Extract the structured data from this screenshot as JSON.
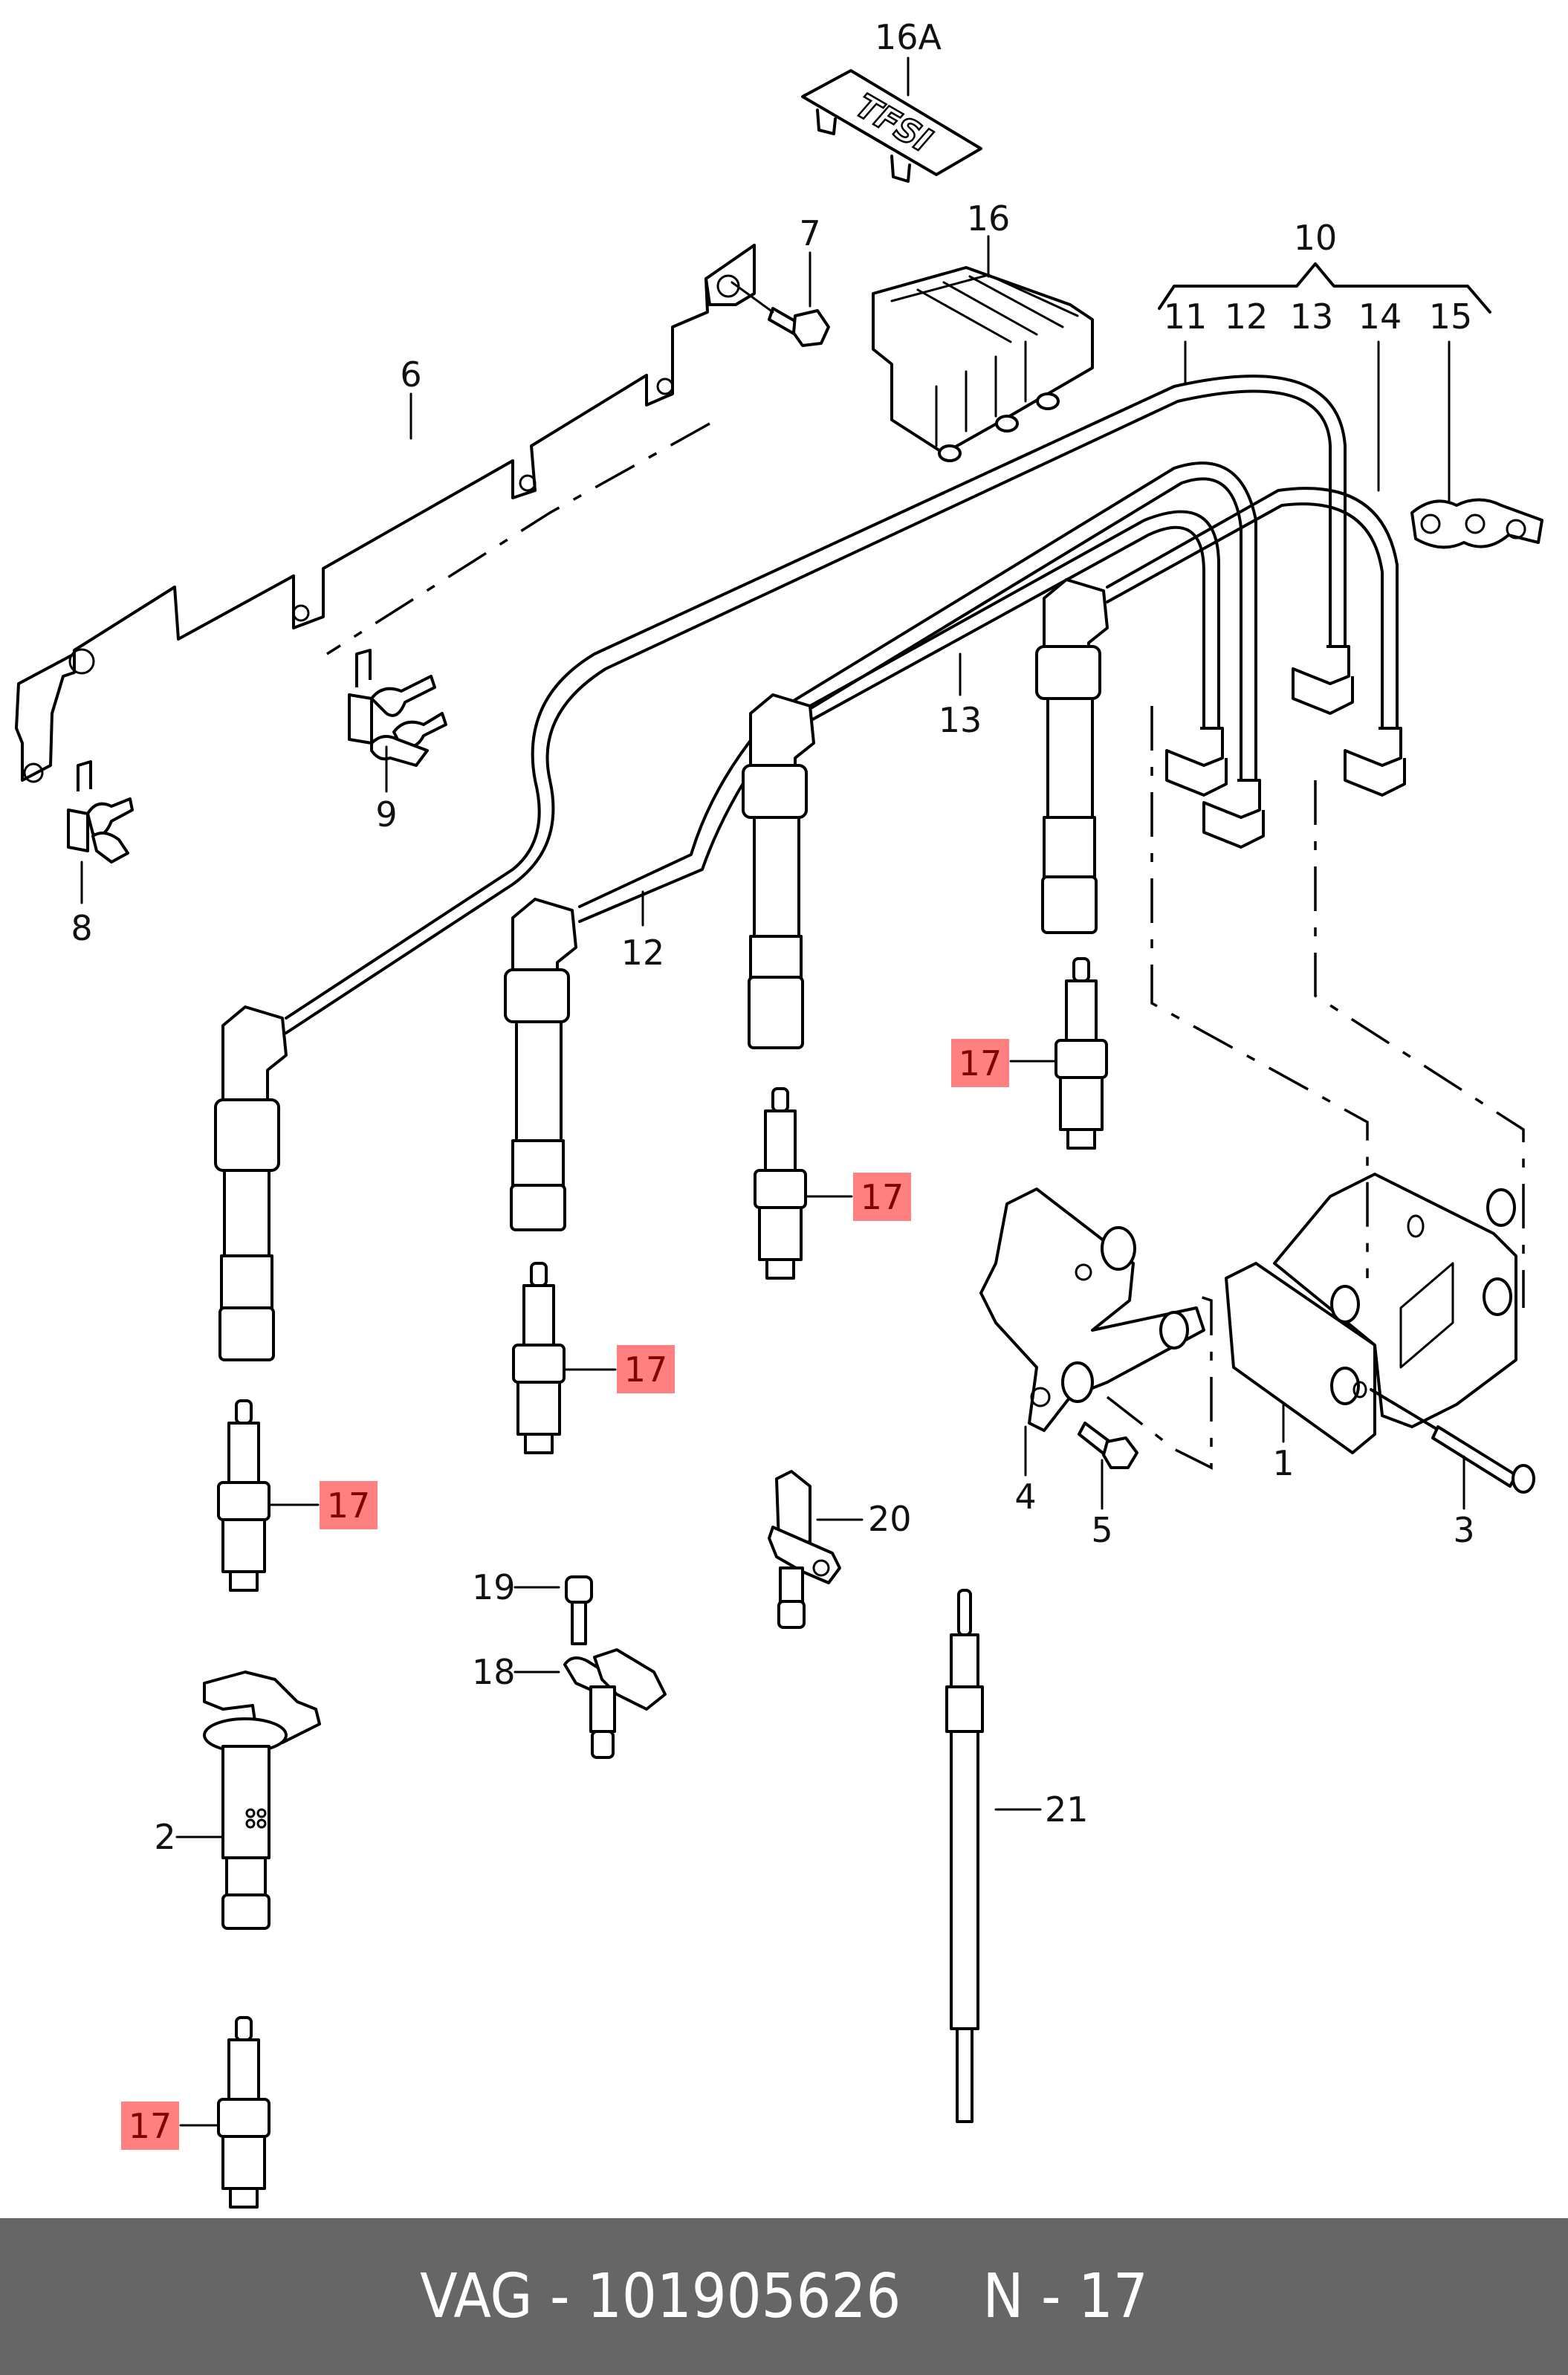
{
  "diagram": {
    "title": "Ignition system parts diagram",
    "labels": {
      "p1": "1",
      "p2": "2",
      "p3": "3",
      "p4": "4",
      "p5": "5",
      "p6": "6",
      "p7": "7",
      "p8": "8",
      "p9": "9",
      "p10": "10",
      "p11": "11",
      "p12": "12",
      "p13": "13",
      "p14": "14",
      "p15": "15",
      "p16": "16",
      "p16a": "16A",
      "p18": "18",
      "p19": "19",
      "p20": "20",
      "p21": "21",
      "p12b": "12",
      "p13b": "13"
    },
    "highlighted_part": "17",
    "highlight_color": "#ff8080",
    "highlight_text_color": "#800000",
    "badge_text": "TFSI"
  },
  "footer": {
    "brand_part": "VAG - 101905626",
    "position": "N - 17",
    "background": "#666666"
  }
}
